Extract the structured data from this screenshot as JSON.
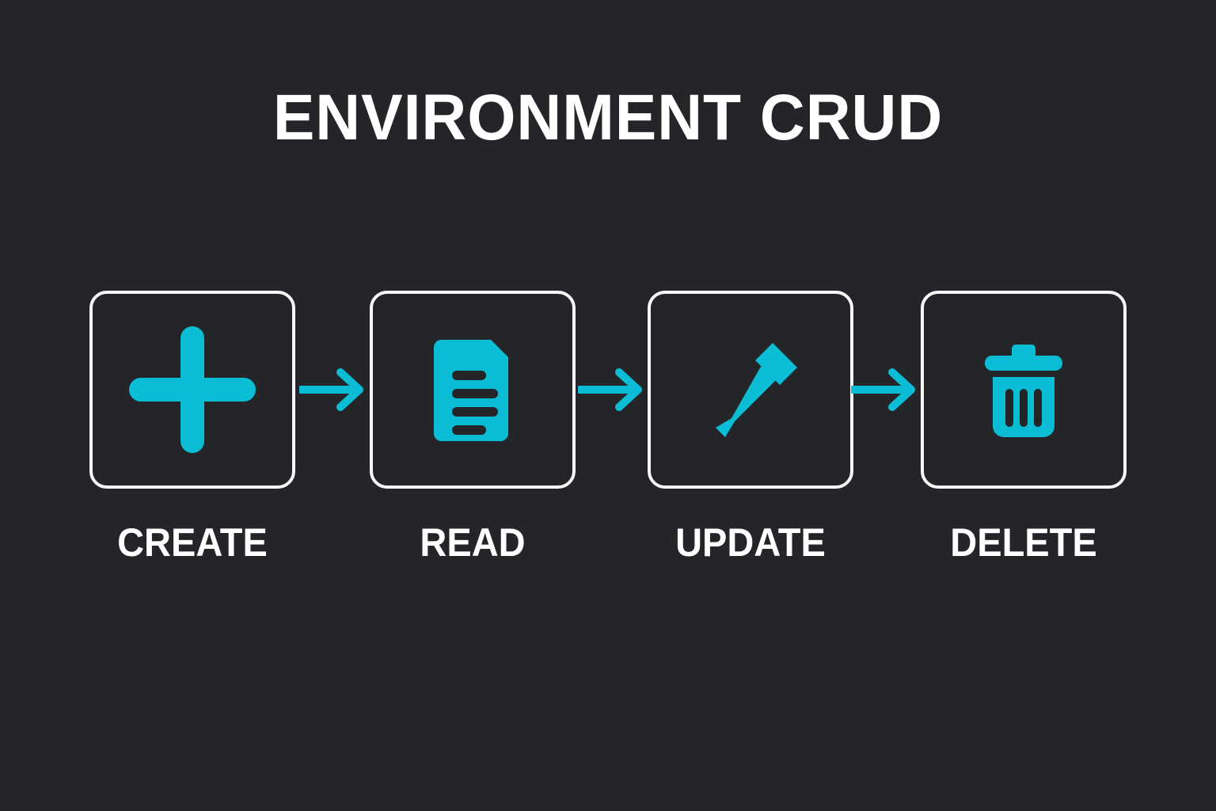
{
  "page": {
    "title": "ENVIRONMENT CRUD",
    "background_color": "#232528",
    "accent_color": "#0BBDD4",
    "text_color": "#FFFFFF",
    "border_color": "#F7F7F7"
  },
  "flow": {
    "steps": [
      {
        "label": "CREATE",
        "icon": "plus-icon"
      },
      {
        "label": "READ",
        "icon": "document-icon"
      },
      {
        "label": "UPDATE",
        "icon": "pencil-icon"
      },
      {
        "label": "DELETE",
        "icon": "trash-icon"
      }
    ],
    "connectors": [
      {
        "icon": "arrow-right-icon"
      },
      {
        "icon": "arrow-right-icon"
      },
      {
        "icon": "arrow-right-icon"
      }
    ]
  }
}
